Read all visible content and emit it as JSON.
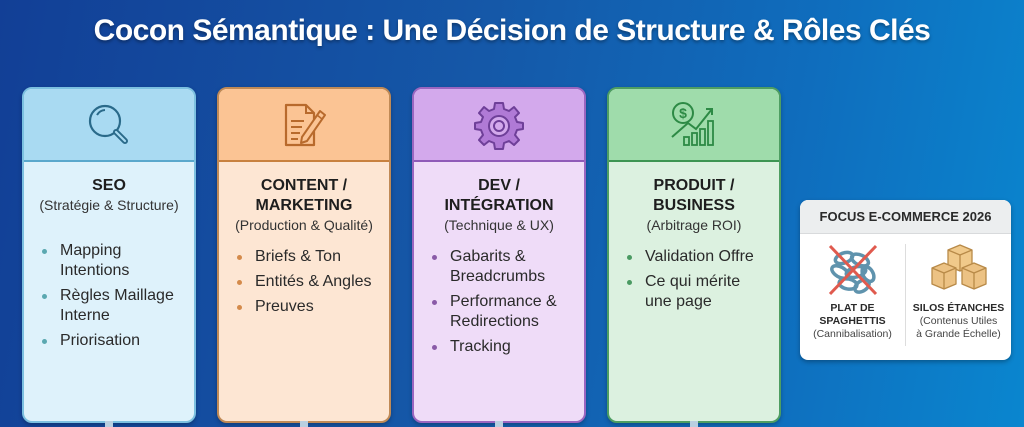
{
  "title": "Cocon Sémantique : Une Décision de Structure & Rôles Clés",
  "cards": [
    {
      "id": "seo",
      "icon": "magnifier-icon",
      "role": "SEO",
      "role_line2": "",
      "subtitle": "(Stratégie & Structure)",
      "color": "#a9daf2",
      "items": [
        "Mapping Intentions",
        "Règles Maillage Interne",
        "Priorisation"
      ]
    },
    {
      "id": "content",
      "icon": "document-pen-icon",
      "role": "CONTENT /",
      "role_line2": "MARKETING",
      "subtitle": "(Production & Qualité)",
      "color": "#fbc494",
      "items": [
        "Briefs & Ton",
        "Entités & Angles",
        "Preuves"
      ]
    },
    {
      "id": "dev",
      "icon": "gear-icon",
      "role": "DEV /",
      "role_line2": "INTÉGRATION",
      "subtitle": "(Technique & UX)",
      "color": "#d3a9ec",
      "items": [
        "Gabarits & Breadcrumbs",
        "Performance & Redirections",
        "Tracking"
      ]
    },
    {
      "id": "produit",
      "icon": "dollar-growth-chart-icon",
      "role": "PRODUIT /",
      "role_line2": "BUSINESS",
      "subtitle": "(Arbitrage ROI)",
      "color": "#9fdcab",
      "items": [
        "Validation Offre",
        "Ce qui mérite une page"
      ]
    }
  ],
  "focus": {
    "title": "FOCUS E-COMMERCE 2026",
    "left": {
      "icon": "tangled-chain-crossed-icon",
      "title_line1": "PLAT DE",
      "title_line2": "SPAGHETTIS",
      "subtitle": "(Cannibalisation)"
    },
    "right": {
      "icon": "stacked-boxes-icon",
      "title_line1": "SILOS ÉTANCHES",
      "subtitle_line1": "(Contenus Utiles",
      "subtitle_line2": "à Grande Échelle)"
    }
  }
}
